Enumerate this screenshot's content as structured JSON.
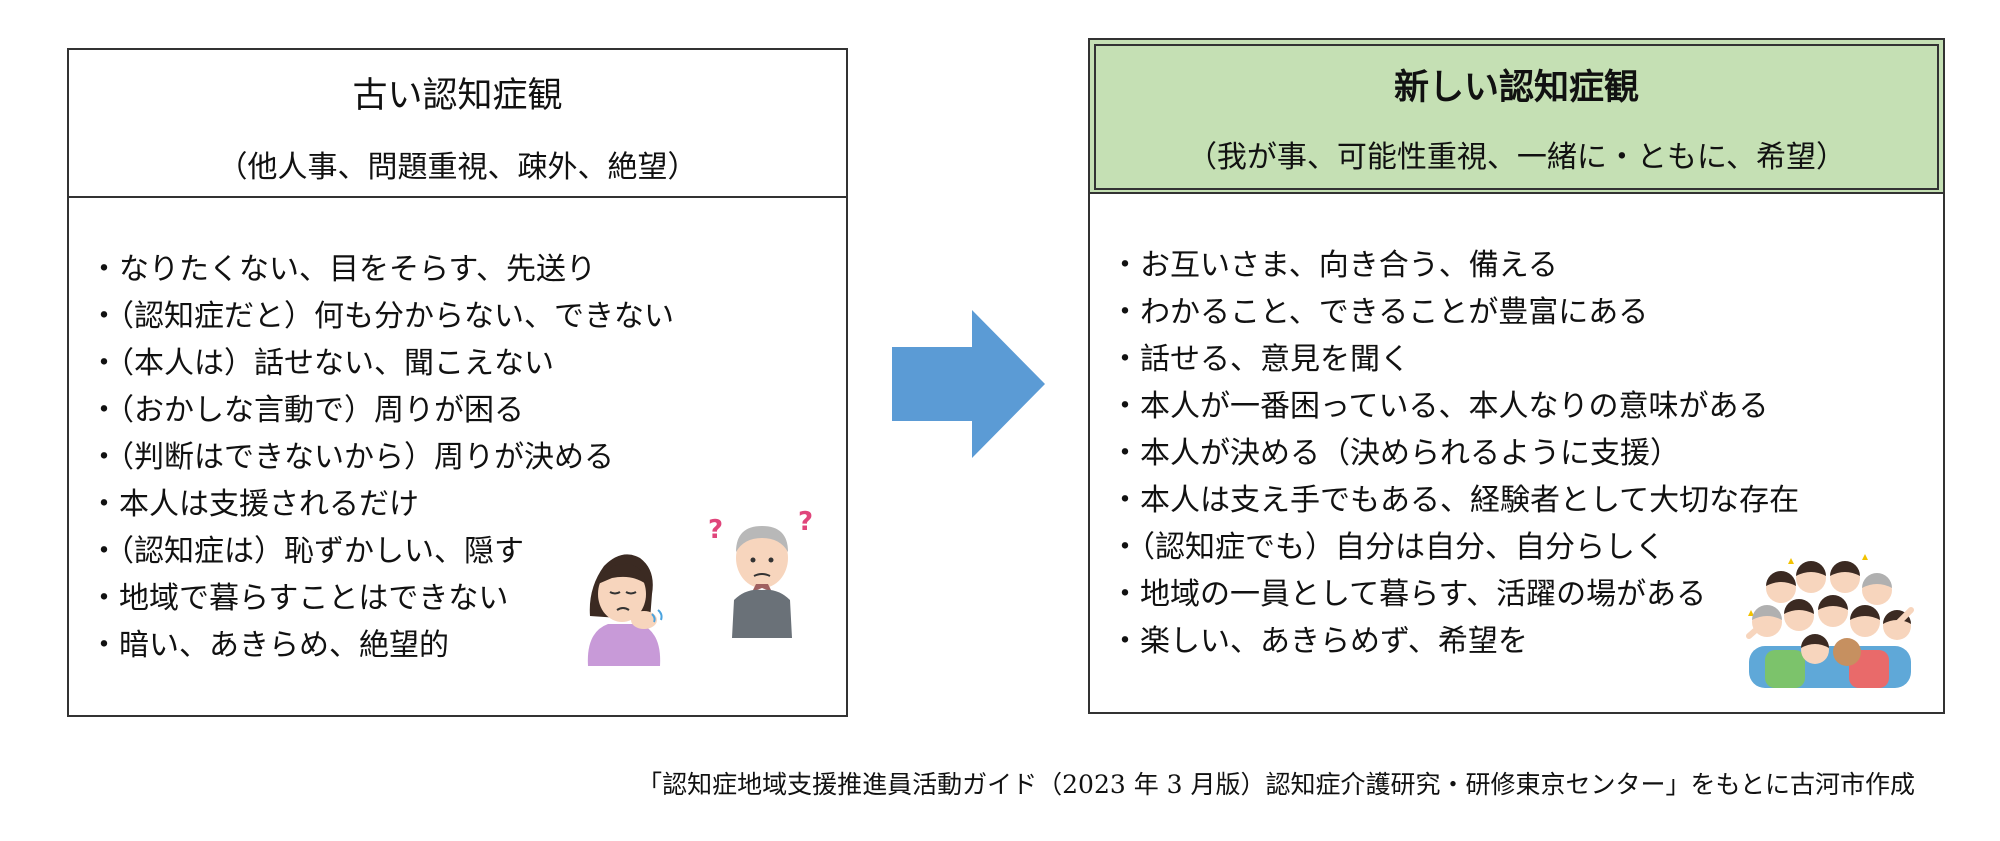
{
  "old_view": {
    "title": "古い認知症観",
    "subtitle": "（他人事、問題重視、疎外、絶望）",
    "items": [
      "・なりたくない、目をそらす、先送り",
      "・（認知症だと）何も分からない、できない",
      "・（本人は）話せない、聞こえない",
      "・（おかしな言動で）周りが困る",
      "・（判断はできないから）周りが決める",
      "・本人は支援されるだけ",
      "・（認知症は）恥ずかしい、隠す",
      "・地域で暮らすことはできない",
      "・暗い、あきらめ、絶望的"
    ]
  },
  "new_view": {
    "title": "新しい認知症観",
    "subtitle": "（我が事、可能性重視、一緒に・ともに、希望）",
    "items": [
      "・お互いさま、向き合う、備える",
      "・わかること、できることが豊富にある",
      "・話せる、意見を聞く",
      "・本人が一番困っている、本人なりの意味がある",
      "・本人が決める（決められるように支援）",
      "・本人は支え手でもある、経験者として大切な存在",
      "・（認知症でも）自分は自分、自分らしく",
      "・地域の一員として暮らす、活躍の場がある",
      "・楽しい、あきらめず、希望を"
    ]
  },
  "caption": "「認知症地域支援推進員活動ガイド（2023 年 3 月版）認知症介護研究・研修東京センター」をもとに古河市作成",
  "colors": {
    "arrow": "#5b9bd5",
    "new_header_bg": "#c5e0b4",
    "border": "#333333"
  },
  "icons": [
    "right-arrow-icon",
    "worried-woman-icon",
    "confused-elderly-man-icon",
    "happy-crowd-icon"
  ]
}
